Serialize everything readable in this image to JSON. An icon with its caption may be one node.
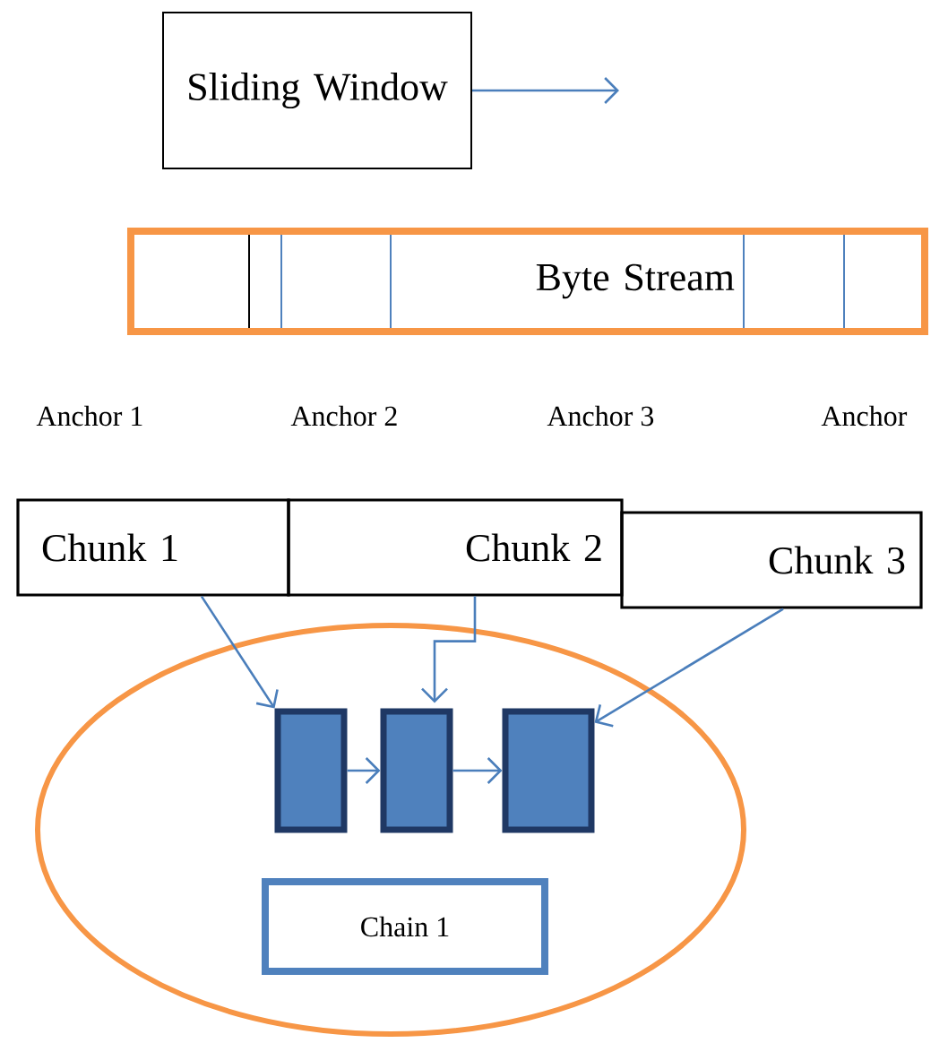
{
  "diagram": {
    "nodes": [
      {
        "text": [
          "Sliding Window"
        ]
      },
      {
        "text": [
          "Byte Stream"
        ]
      },
      {
        "text": [
          "Chunk 1"
        ]
      },
      {
        "text": [
          "Chunk 2"
        ]
      },
      {
        "text": [
          "Chunk 3"
        ]
      },
      {
        "text": [],
        "shape": "ellipse"
      },
      {
        "text": [],
        "shape": "box",
        "in": 5
      },
      {
        "text": [],
        "shape": "box",
        "in": 5
      },
      {
        "text": [],
        "shape": "box",
        "in": 5
      },
      {
        "text": [
          "Chain 1"
        ],
        "in": 5
      }
    ],
    "edges": [
      {
        "from": 0,
        "to": null,
        "arrow": "to"
      },
      {
        "from": 2,
        "to": 6,
        "arrow": "to"
      },
      {
        "from": 3,
        "to": 7,
        "arrow": "to"
      },
      {
        "from": 4,
        "to": 8,
        "arrow": "to"
      },
      {
        "from": 6,
        "to": 7,
        "arrow": "to"
      },
      {
        "from": 7,
        "to": 8,
        "arrow": "to"
      }
    ],
    "labels": [
      "Anchor 1",
      "Anchor 2",
      "Anchor 3",
      "Anchor"
    ]
  }
}
